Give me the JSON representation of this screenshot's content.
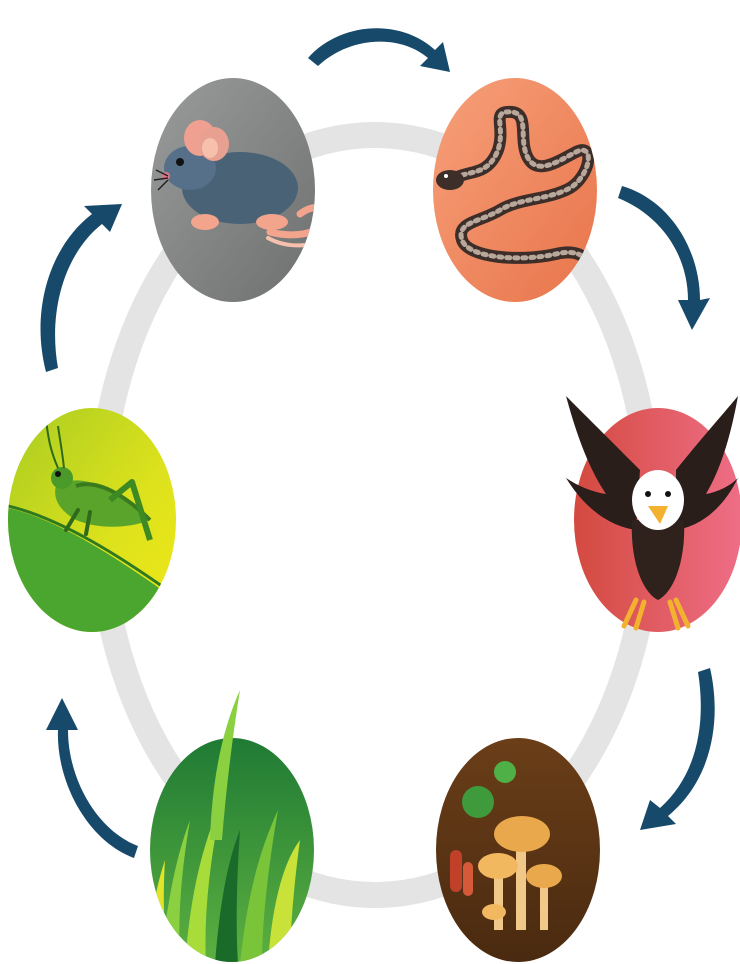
{
  "diagram": {
    "type": "food-chain-cycle",
    "nodes": [
      {
        "id": "mouse",
        "icon": "mouse-icon",
        "bg": "#8e9090"
      },
      {
        "id": "snake",
        "icon": "snake-icon",
        "bg": "#f08c62"
      },
      {
        "id": "eagle",
        "icon": "eagle-icon",
        "bg": "#e0566a"
      },
      {
        "id": "decomposers",
        "icon": "mushroom-icon",
        "bg": "#5a3414"
      },
      {
        "id": "grass",
        "icon": "grass-icon",
        "bg": "#2c8a3a"
      },
      {
        "id": "grasshopper",
        "icon": "grasshopper-icon",
        "bg": "#c8d61e"
      }
    ],
    "arrow_color": "#174a6a",
    "ring_color": "#e6e6e6"
  }
}
